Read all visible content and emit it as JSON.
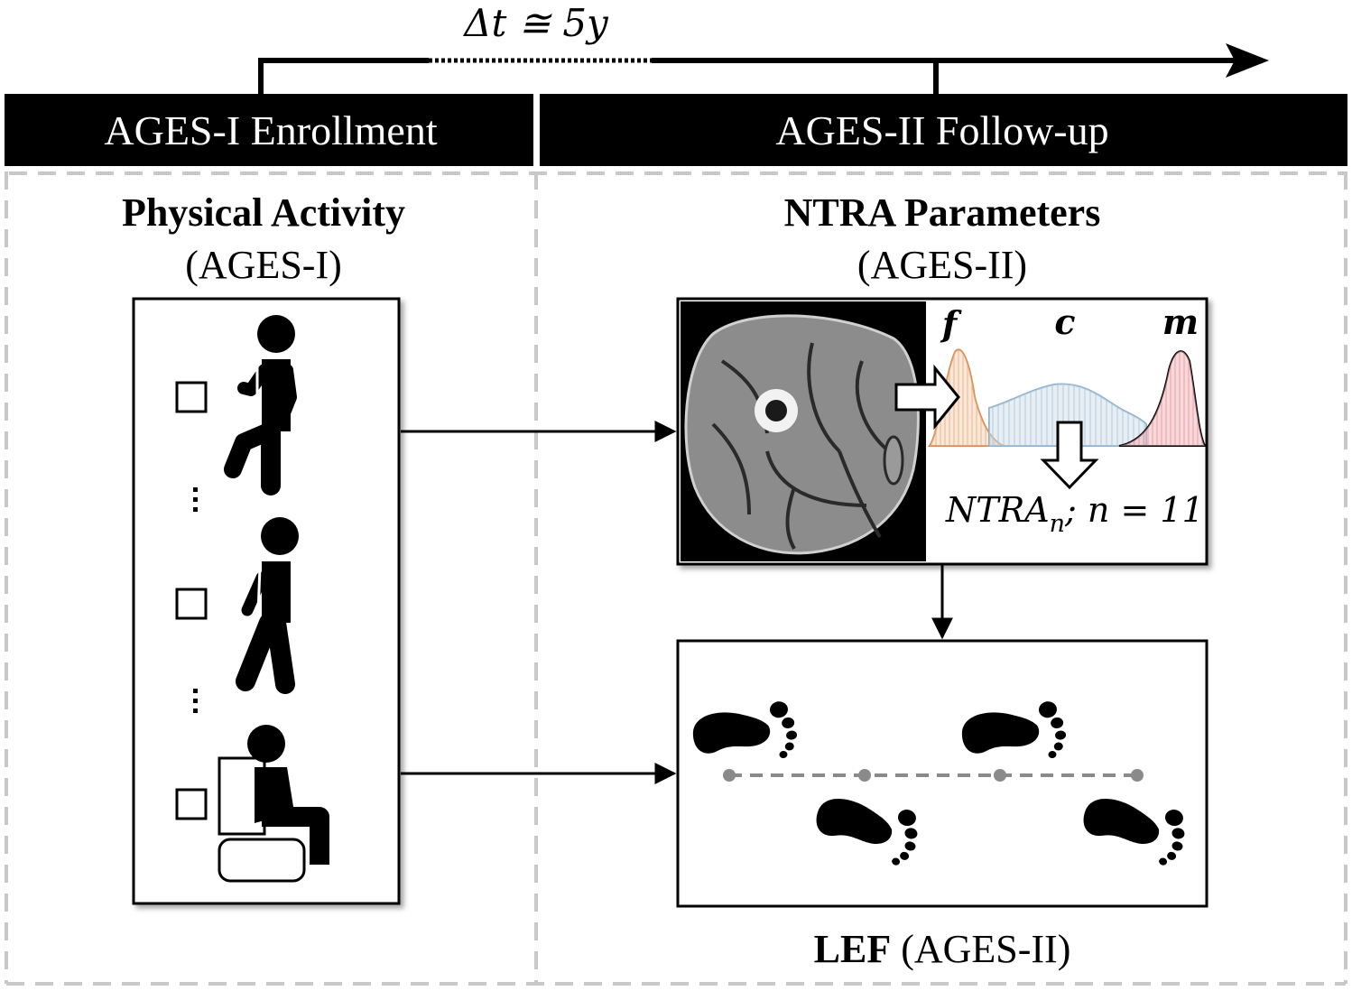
{
  "timeline": {
    "delta_label": "Δt ≅ 5y"
  },
  "header": {
    "left_bar": "AGES-I Enrollment",
    "right_bar": "AGES-II Follow-up"
  },
  "left_panel": {
    "title": "Physical Activity",
    "subtitle": "(AGES-I)",
    "activities": [
      {
        "icon": "running-person-icon"
      },
      {
        "icon": "walking-person-icon"
      },
      {
        "icon": "sitting-person-icon"
      }
    ]
  },
  "right_panel": {
    "ntra_title": "NTRA Parameters",
    "ntra_subtitle": "(AGES-II)",
    "peak_labels": {
      "f": "f",
      "c": "c",
      "m": "m"
    },
    "ntra_formula": "NTRA",
    "ntra_sub": "n",
    "ntra_rest": "; n = 11",
    "lef_bold": "LEF",
    "lef_rest": " (AGES-II)"
  },
  "colors": {
    "bar": "#000000",
    "dashed_border": "#c8c8c8",
    "fat_peak": "#f2c9a8",
    "connective_peak": "#c9dbe9",
    "muscle_peak": "#f0b4b8",
    "step_dots": "#8a8a8a"
  }
}
